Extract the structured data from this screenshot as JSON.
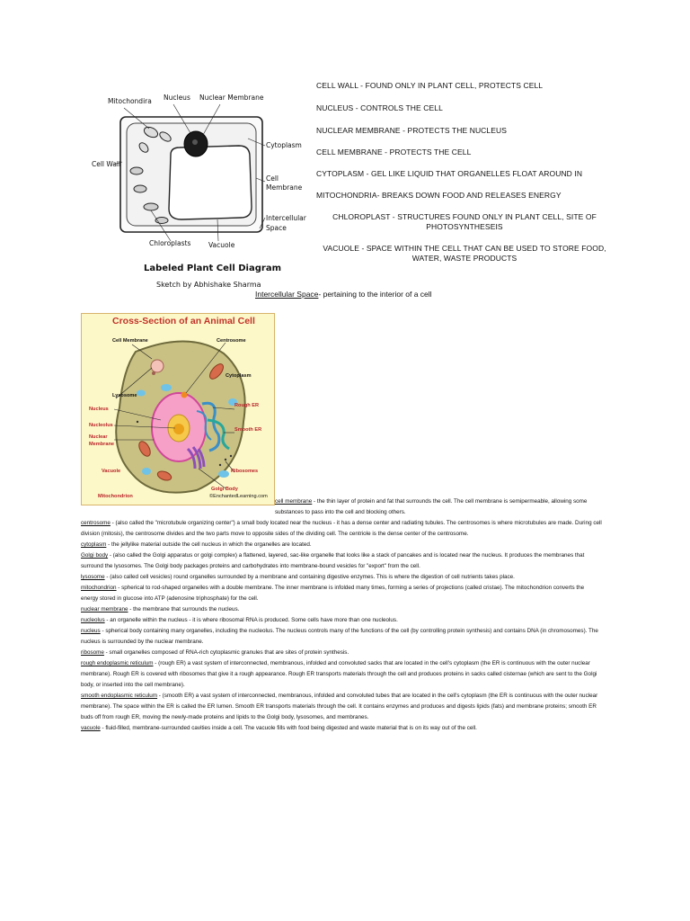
{
  "plant_diagram": {
    "labels": {
      "mitochondria": "Mitochondira",
      "nucleus": "Nucleus",
      "nuclear_membrane": "Nuclear Membrane",
      "cytoplasm": "Cytoplasm",
      "cell_wall": "Cell Wall",
      "cell_membrane_1": "Cell",
      "cell_membrane_2": "Membrane",
      "intercellular_1": "Intercellular",
      "intercellular_2": "Space",
      "chloroplasts": "Chloroplasts",
      "vacuole": "Vacuole"
    },
    "title": "Labeled Plant Cell Diagram",
    "subtitle": "Sketch by Abhishake Sharma"
  },
  "plant_definitions": [
    "CELL WALL - FOUND ONLY IN PLANT CELL, PROTECTS CELL",
    "NUCLEUS - CONTROLS THE CELL",
    "NUCLEAR MEMBRANE - PROTECTS THE NUCLEUS",
    "CELL MEMBRANE - PROTECTS THE CELL",
    "CYTOPLASM - GEL LIKE LIQUID THAT ORGANELLES FLOAT AROUND IN",
    "MITOCHONDRIA- BREAKS DOWN FOOD AND RELEASES ENERGY",
    "CHLOROPLAST - STRUCTURES FOUND ONLY IN PLANT CELL, SITE OF PHOTOSYNTHESEIS",
    "VACUOLE - SPACE WITHIN THE CELL THAT CAN BE USED TO STORE FOOD, WATER, WASTE PRODUCTS"
  ],
  "intercellular": {
    "term": "Intercellular Space",
    "text": "- pertaining to the interior of a cell"
  },
  "animal_diagram": {
    "title": "Cross-Section of an Animal Cell",
    "labels": {
      "cell_membrane": "Cell Membrane",
      "centrosome": "Centrosome",
      "lysosome": "Lysosome",
      "cytoplasm": "Cytoplasm",
      "rough_er": "Rough ER",
      "nucleus": "Nucleus",
      "nucleolus": "Nucleolus",
      "nuclear_membrane_1": "Nuclear",
      "nuclear_membrane_2": "Membrane",
      "smooth_er": "Smooth ER",
      "vacuole": "Vacuole",
      "ribosomes": "Ribosomes",
      "golgi": "Golgi Body",
      "mitochondrion": "Mitochondrion",
      "credit": "©EnchantedLearning.com"
    }
  },
  "glossary": [
    {
      "term": "cell membrane",
      "text": " - the thin layer of protein and fat that surrounds the cell. The cell membrane is semipermeable, allowing some substances to pass into the cell and blocking others."
    },
    {
      "term": "centrosome",
      "text": " - (also called the \"microtubule organizing center\") a small body located near the nucleus - it has a dense center and radiating tubules. The centrosomes is where microtubules are made. During cell division (mitosis), the centrosome divides and the two parts move to opposite sides of the dividing cell. The centriole is the dense center of the centrosome."
    },
    {
      "term": "cytoplasm",
      "text": " - the jellylike material outside the cell nucleus in which the organelles are located."
    },
    {
      "term": "Golgi body",
      "text": " - (also called the Golgi apparatus or golgi complex) a flattened, layered, sac-like organelle that looks like a stack of pancakes and is located near the nucleus. It produces the membranes that surround the lysosomes. The Golgi body packages proteins and carbohydrates into membrane-bound vesicles for \"export\" from the cell."
    },
    {
      "term": "lysosome",
      "text": " - (also called cell vesicles) round organelles surrounded by a membrane and containing digestive enzymes. This is where the digestion of cell nutrients takes place."
    },
    {
      "term": "mitochondrion",
      "text": " - spherical to rod-shaped organelles with a double membrane. The inner membrane is infolded many times, forming a series of projections (called cristae). The mitochondrion converts the energy stored in glucose into ATP (adenosine triphosphate) for the cell."
    },
    {
      "term": "nuclear membrane",
      "text": " - the membrane that surrounds the nucleus."
    },
    {
      "term": "nucleolus",
      "text": " - an organelle within the nucleus - it is where ribosomal RNA is produced. Some cells have more than one nucleolus."
    },
    {
      "term": "nucleus",
      "text": " - spherical body containing many organelles, including the nucleolus. The nucleus controls many of the functions of the cell (by controlling protein synthesis) and contains DNA (in chromosomes). The nucleus is surrounded by the nuclear membrane."
    },
    {
      "term": "ribosome",
      "text": " - small organelles composed of RNA-rich cytoplasmic granules that are sites of protein synthesis."
    },
    {
      "term": "rough endoplasmic reticulum",
      "text": " - (rough ER) a vast system of interconnected, membranous, infolded and convoluted sacks that are located in the cell's cytoplasm (the ER is continuous with the outer nuclear membrane). Rough ER is covered with ribosomes that give it a rough appearance. Rough ER transports materials through the cell and produces proteins in sacks called cisternae (which are sent to the Golgi body, or inserted into the cell membrane)."
    },
    {
      "term": "smooth endoplasmic reticulum",
      "text": " - (smooth ER) a vast system of interconnected, membranous, infolded and convoluted tubes that are located in the cell's cytoplasm (the ER is continuous with the outer nuclear membrane). The space within the ER is called the ER lumen. Smooth ER transports materials through the cell. It contains enzymes and produces and digests lipids (fats) and membrane proteins; smooth ER buds off from rough ER, moving the newly-made proteins and lipids to the Golgi body, lysosomes, and membranes."
    },
    {
      "term": "vacuole",
      "text": " - fluid-filled, membrane-surrounded cavities inside a cell. The vacuole fills with food being digested and waste material that is on its way out of the cell."
    }
  ]
}
